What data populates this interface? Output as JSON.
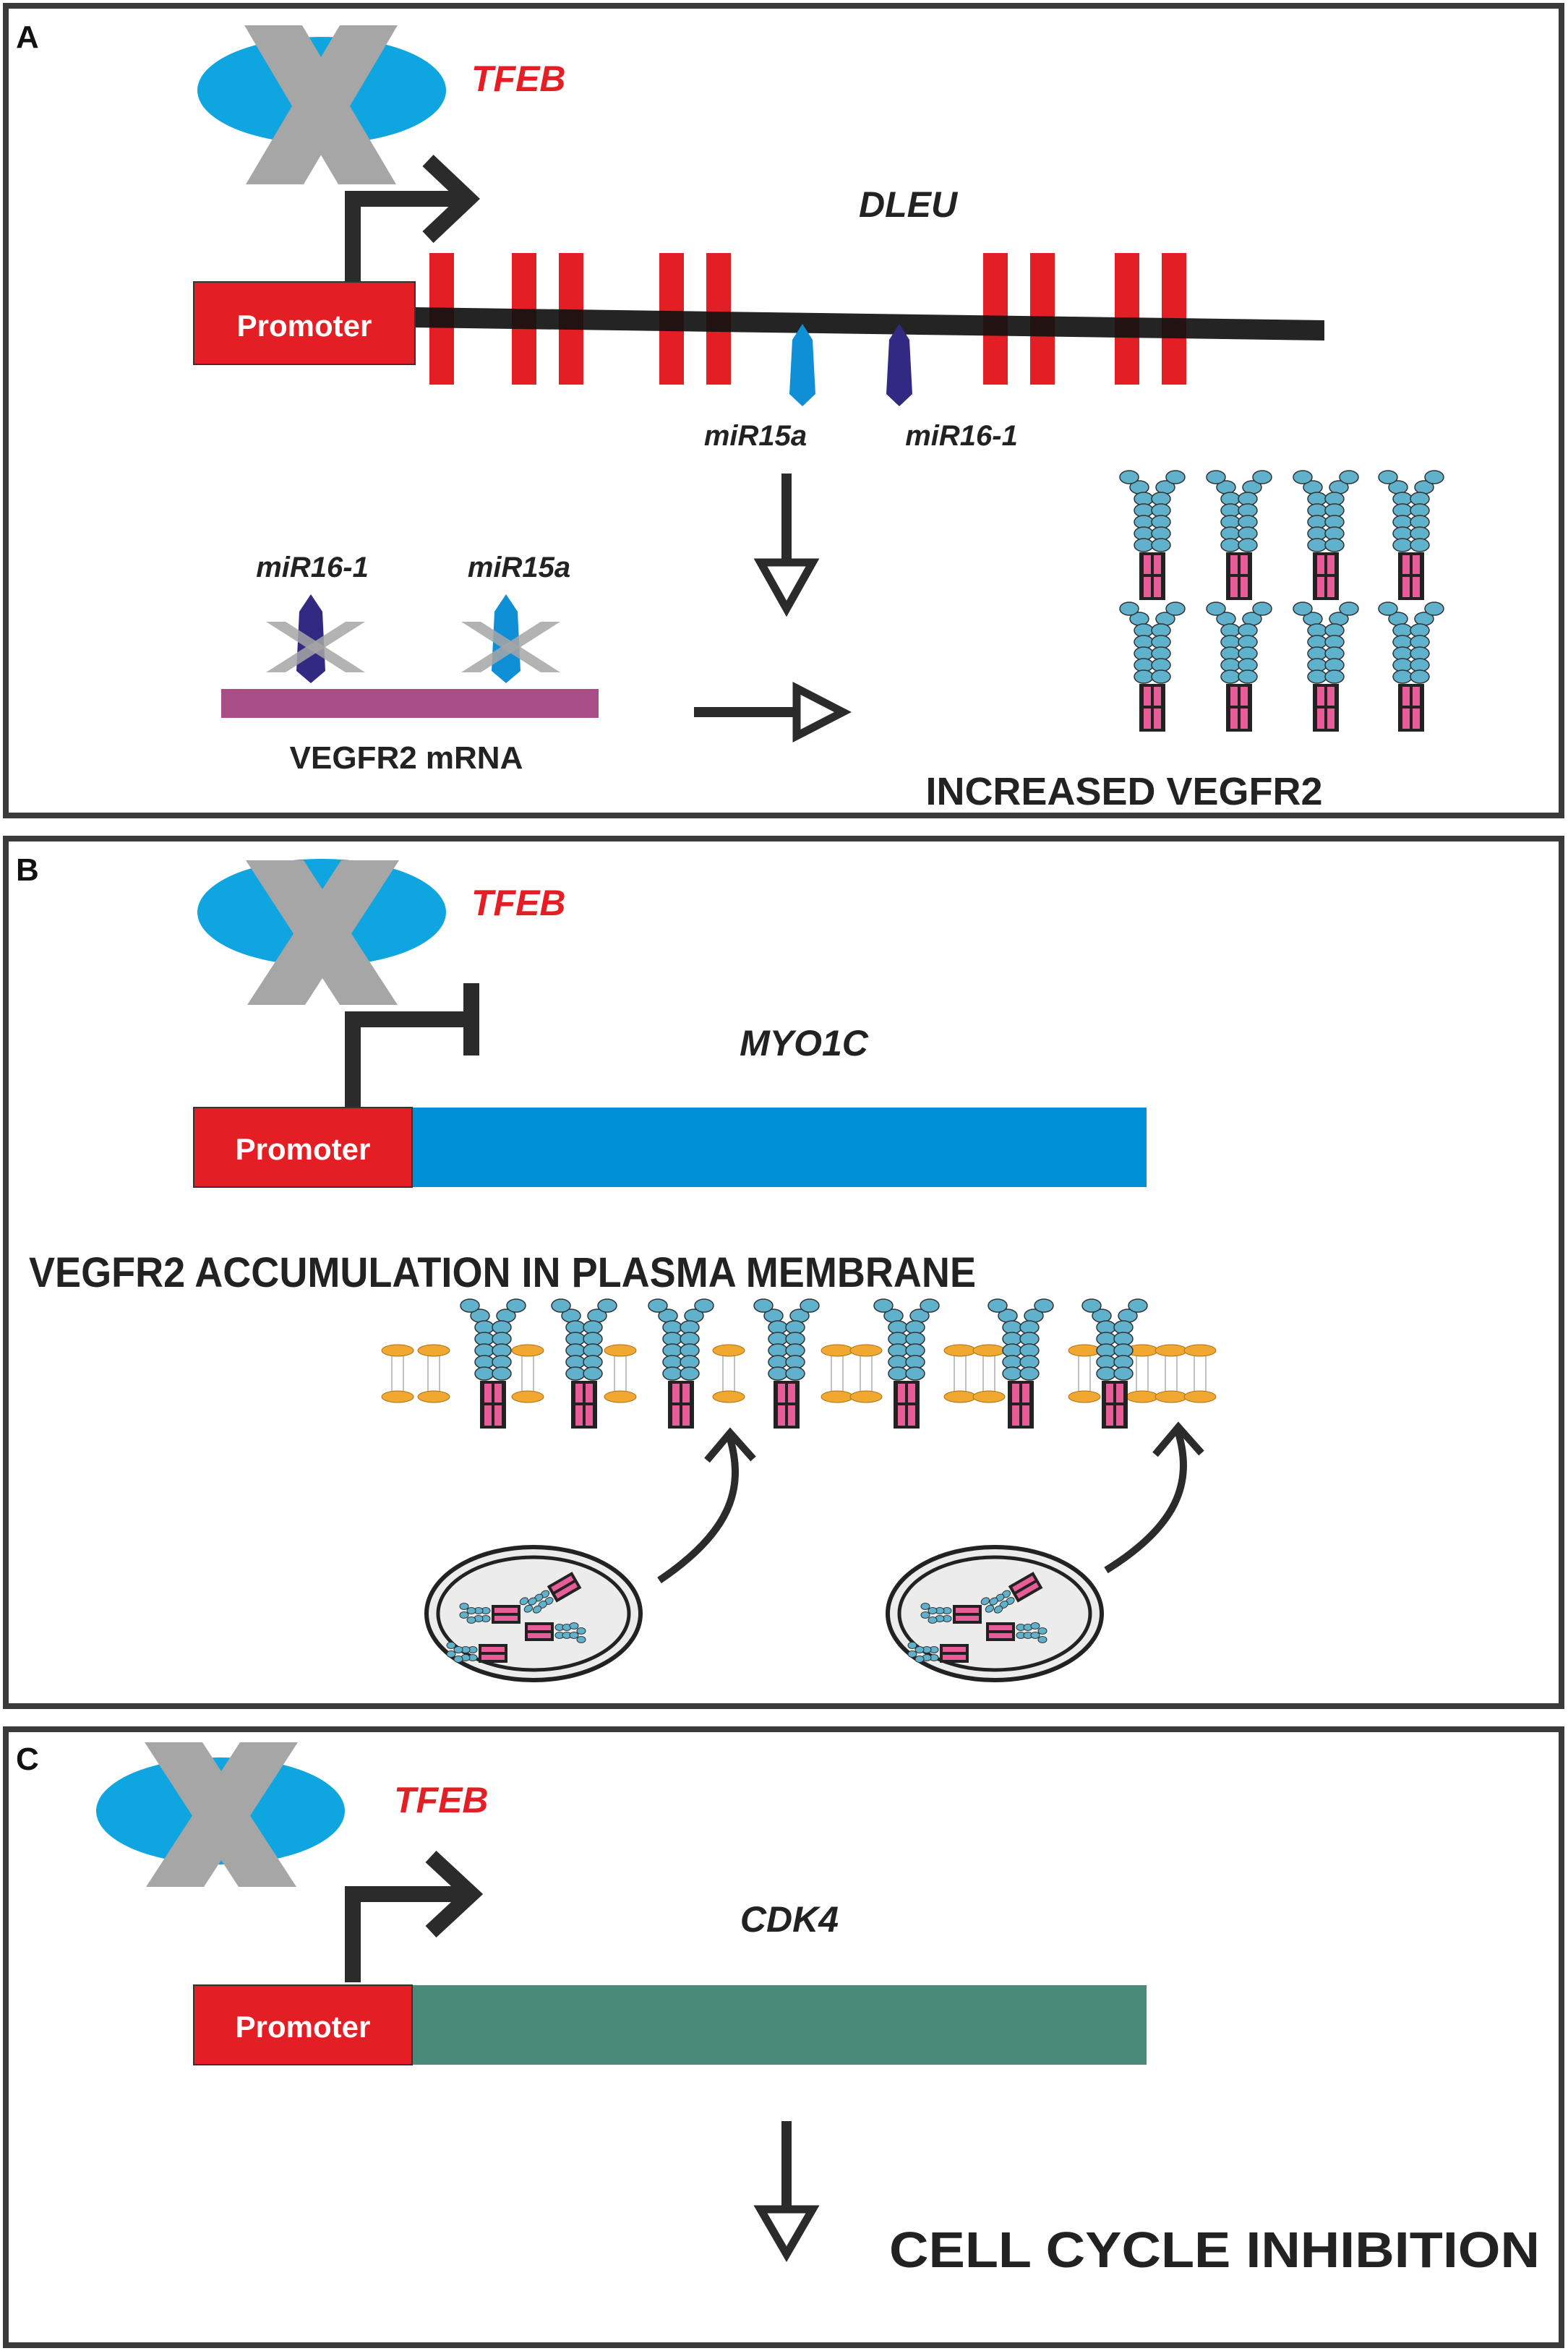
{
  "panels": {
    "a": {
      "letter": "A",
      "tf_label": "TFEB",
      "gene_label": "DLEU",
      "promoter_label": "Promoter",
      "mir_a_label": "miR15a",
      "mir_b_label": "miR16-1",
      "mrna_mir_b_label": "miR16-1",
      "mrna_mir_a_label": "miR15a",
      "mrna_label": "VEGFR2 mRNA",
      "result_label": "INCREASED VEGFR2"
    },
    "b": {
      "letter": "B",
      "tf_label": "TFEB",
      "gene_label": "MYO1C",
      "promoter_label": "Promoter",
      "membrane_label": "VEGFR2 ACCUMULATION IN PLASMA MEMBRANE"
    },
    "c": {
      "letter": "C",
      "tf_label": "TFEB",
      "gene_label": "CDK4",
      "promoter_label": "Promoter",
      "result_label": "CELL CYCLE INHIBITION"
    }
  },
  "colors": {
    "tfeb_ellipse": "#0ea5e0",
    "x_mark": "#a6a6a6",
    "promoter": "#e31e24",
    "tfeb_text": "#e31e24",
    "exon": "#e31e24",
    "mir15a": "#0f8fd6",
    "mir16_1": "#322a82",
    "mrna": "#a84d86",
    "myo1c_gene": "#0090d8",
    "cdk4_gene": "#4a8a79",
    "receptor_head": "#5fb1cc",
    "receptor_tm": "#e85c97",
    "lipid_head": "#f0a830",
    "vesicle_fill": "#ececec"
  },
  "icons": {
    "inhibition": "x-mark-icon",
    "activation": "bent-arrow-icon",
    "repression": "t-bar-icon",
    "down": "hollow-down-arrow-icon",
    "right": "hollow-right-arrow-icon"
  }
}
